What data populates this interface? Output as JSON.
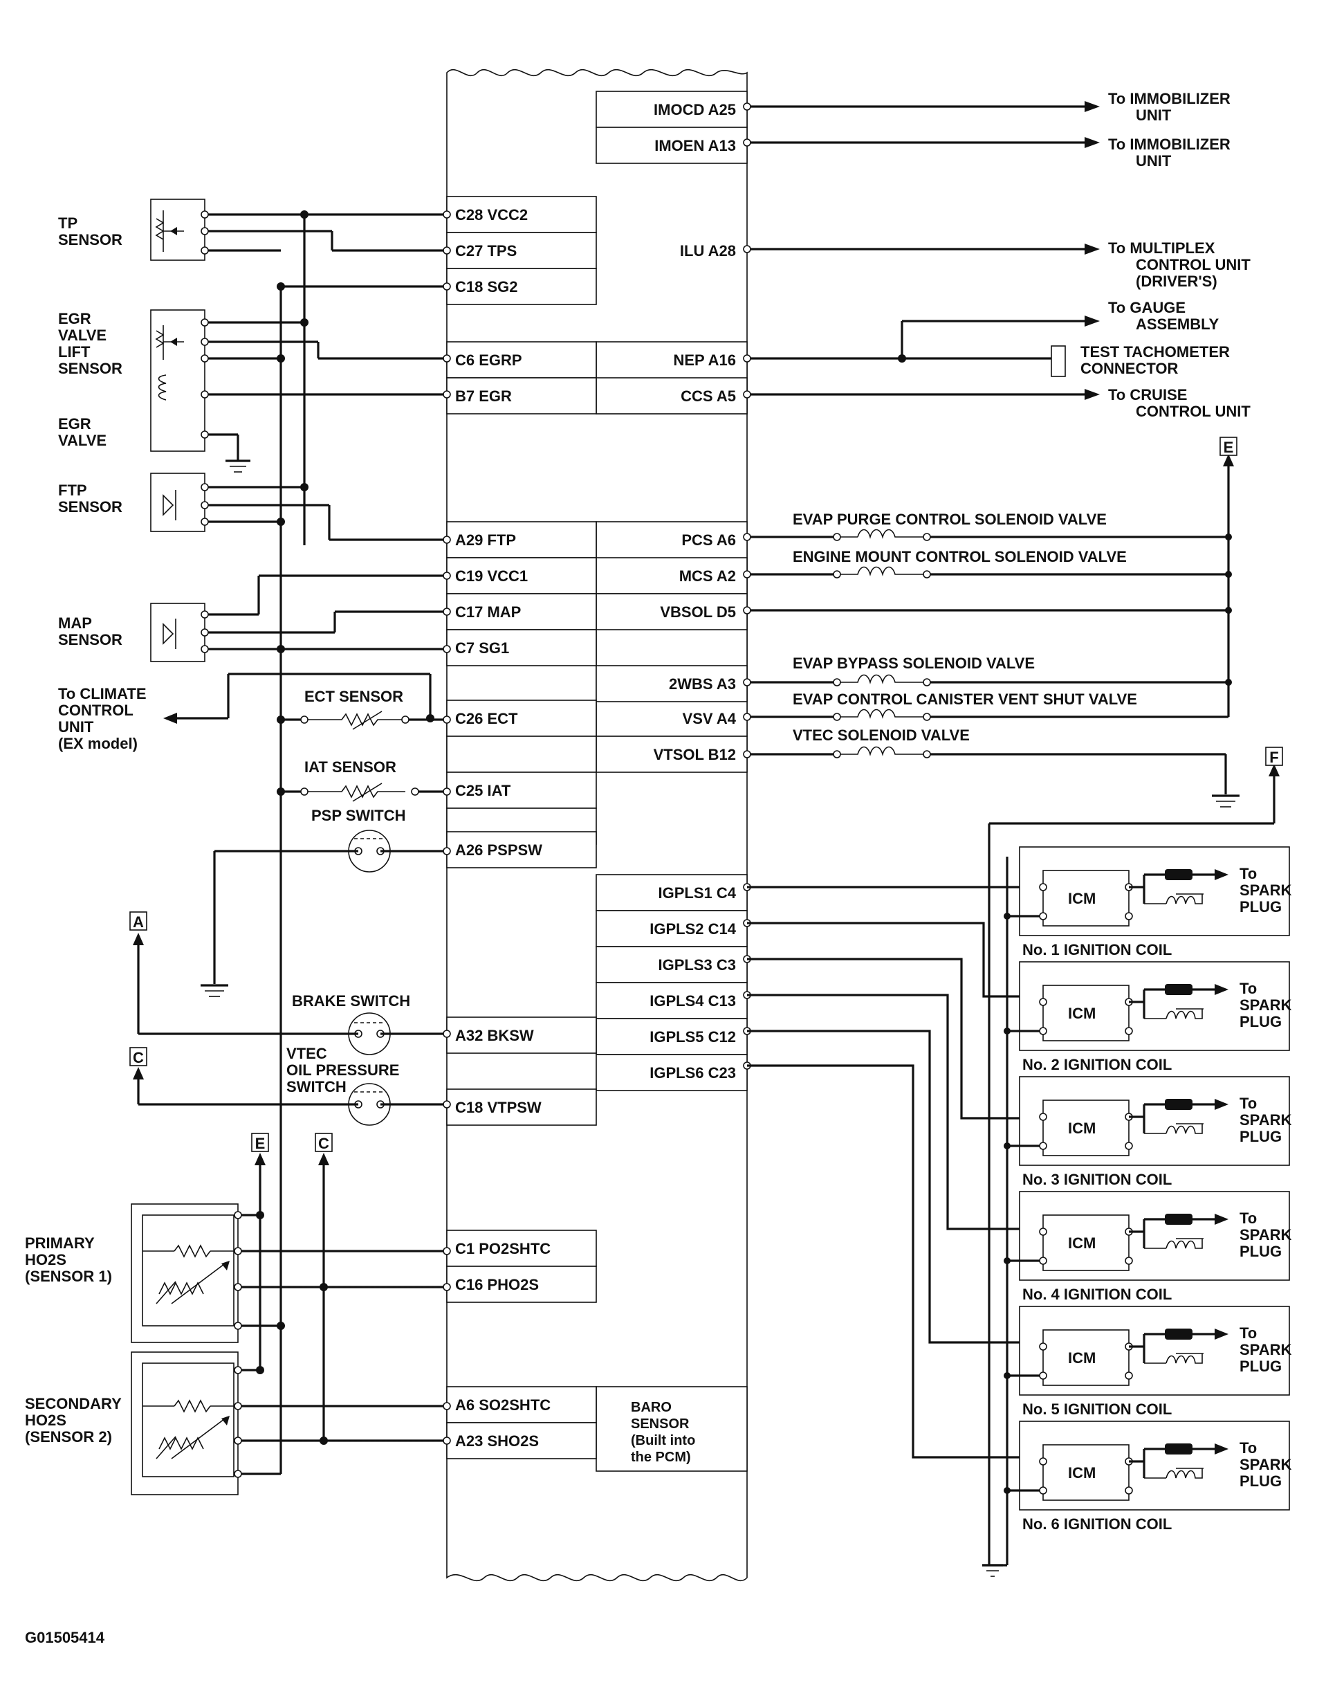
{
  "pcm_inputs": [
    {
      "id": "c28",
      "label": "C28 VCC2"
    },
    {
      "id": "c27",
      "label": "C27 TPS"
    },
    {
      "id": "c18a",
      "label": "C18 SG2"
    },
    {
      "id": "c6",
      "label": "C6 EGRP"
    },
    {
      "id": "b7",
      "label": "B7 EGR"
    },
    {
      "id": "a29",
      "label": "A29 FTP"
    },
    {
      "id": "c19",
      "label": "C19 VCC1"
    },
    {
      "id": "c17",
      "label": "C17 MAP"
    },
    {
      "id": "c7",
      "label": "C7 SG1"
    },
    {
      "id": "c26",
      "label": "C26 ECT"
    },
    {
      "id": "c25",
      "label": "C25 IAT"
    },
    {
      "id": "a26",
      "label": "A26 PSPSW"
    },
    {
      "id": "a32",
      "label": "A32 BKSW"
    },
    {
      "id": "c18b",
      "label": "C18 VTPSW"
    },
    {
      "id": "c1",
      "label": "C1 PO2SHTC"
    },
    {
      "id": "c16",
      "label": "C16 PHO2S"
    },
    {
      "id": "a6",
      "label": "A6 SO2SHTC"
    },
    {
      "id": "a23",
      "label": "A23 SHO2S"
    }
  ],
  "pcm_outputs": [
    {
      "id": "a25",
      "label": "IMOCD A25"
    },
    {
      "id": "a13",
      "label": "IMOEN A13"
    },
    {
      "id": "a28",
      "label": "ILU A28"
    },
    {
      "id": "a16",
      "label": "NEP A16"
    },
    {
      "id": "a5",
      "label": "CCS A5"
    },
    {
      "id": "a6o",
      "label": "PCS A6"
    },
    {
      "id": "a2",
      "label": "MCS A2"
    },
    {
      "id": "d5",
      "label": "VBSOL D5"
    },
    {
      "id": "a3",
      "label": "2WBS A3"
    },
    {
      "id": "a4",
      "label": "VSV A4"
    },
    {
      "id": "b12",
      "label": "VTSOL B12"
    },
    {
      "id": "c4",
      "label": "IGPLS1 C4"
    },
    {
      "id": "c14",
      "label": "IGPLS2 C14"
    },
    {
      "id": "c3",
      "label": "IGPLS3 C3"
    },
    {
      "id": "c13",
      "label": "IGPLS4 C13"
    },
    {
      "id": "c12",
      "label": "IGPLS5 C12"
    },
    {
      "id": "c23",
      "label": "IGPLS6 C23"
    }
  ],
  "baro": [
    "BARO",
    "SENSOR",
    "(Built into",
    "the PCM)"
  ],
  "sensors": {
    "tp": [
      "TP",
      "SENSOR"
    ],
    "egr_lift": [
      "EGR",
      "VALVE",
      "LIFT",
      "SENSOR"
    ],
    "egr_valve": [
      "EGR",
      "VALVE"
    ],
    "ftp": [
      "FTP",
      "SENSOR"
    ],
    "map": [
      "MAP",
      "SENSOR"
    ],
    "climate": [
      "To CLIMATE",
      "CONTROL",
      "UNIT",
      "(EX model)"
    ],
    "ect": "ECT SENSOR",
    "iat": "IAT SENSOR",
    "psp": "PSP SWITCH",
    "brake": "BRAKE SWITCH",
    "vtec_ops": [
      "VTEC",
      "OIL PRESSURE",
      "SWITCH"
    ],
    "primary": [
      "PRIMARY",
      "HO2S",
      "(SENSOR 1)"
    ],
    "secondary": [
      "SECONDARY",
      "HO2S",
      "(SENSOR 2)"
    ]
  },
  "destinations": {
    "immob1": [
      "To IMMOBILIZER",
      "UNIT"
    ],
    "immob2": [
      "To IMMOBILIZER",
      "UNIT"
    ],
    "multiplex": [
      "To MULTIPLEX",
      "CONTROL UNIT",
      "(DRIVER'S)"
    ],
    "gauge": [
      "To GAUGE",
      "ASSEMBLY"
    ],
    "tach": [
      "TEST TACHOMETER",
      "CONNECTOR"
    ],
    "cruise": [
      "To CRUISE",
      "CONTROL UNIT"
    ]
  },
  "valves": {
    "purge": "EVAP PURGE CONTROL SOLENOID VALVE",
    "mount": "ENGINE MOUNT CONTROL SOLENOID VALVE",
    "bypass": "EVAP BYPASS SOLENOID VALVE",
    "vent": "EVAP CONTROL CANISTER VENT SHUT VALVE",
    "vtec": "VTEC SOLENOID VALVE"
  },
  "coils": {
    "icm": "ICM",
    "spark": [
      "To",
      "SPARK",
      "PLUG"
    ],
    "names": [
      "No. 1 IGNITION COIL",
      "No. 2 IGNITION COIL",
      "No. 3 IGNITION COIL",
      "No. 4 IGNITION COIL",
      "No. 5 IGNITION COIL",
      "No. 6 IGNITION COIL"
    ]
  },
  "connectors": {
    "A": "A",
    "C": "C",
    "E": "E",
    "F": "F"
  },
  "figure_id": "G01505414"
}
